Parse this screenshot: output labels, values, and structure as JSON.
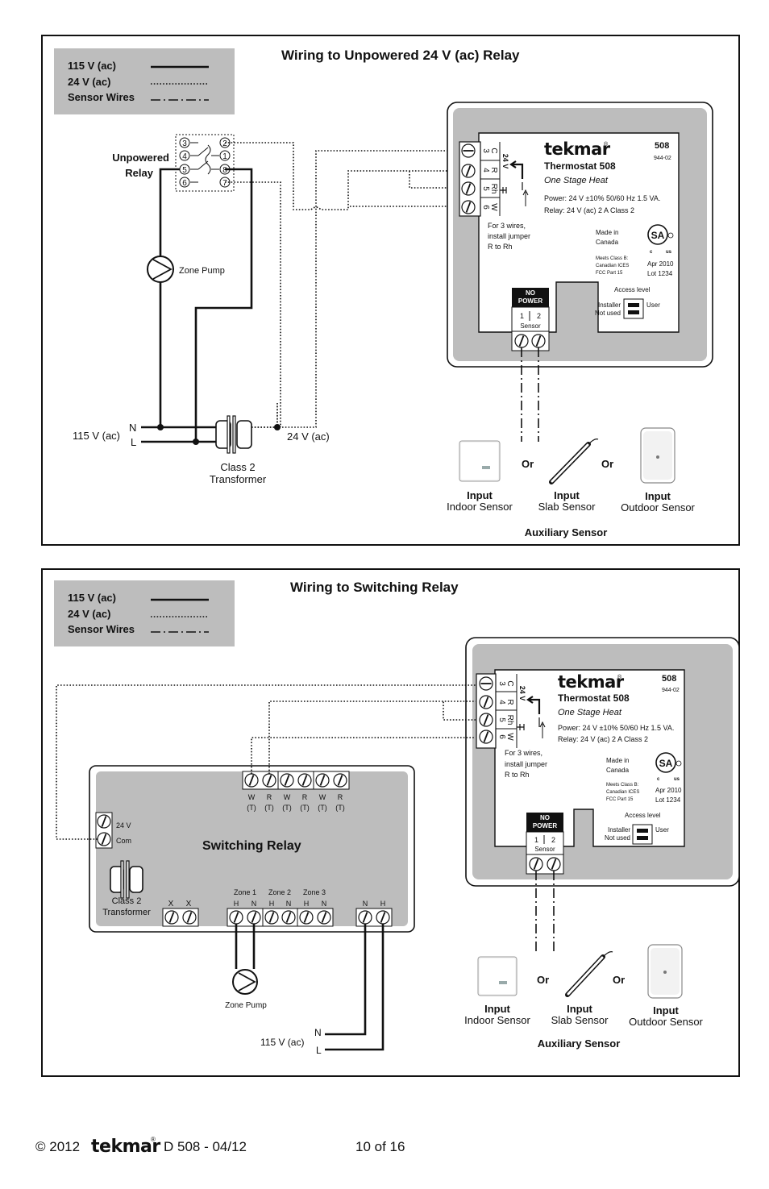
{
  "legend": {
    "v115": "115 V (ac)",
    "v24": "24 V (ac)",
    "sensor": "Sensor Wires"
  },
  "diagram1": {
    "title": "Wiring to Unpowered 24 V (ac) Relay",
    "relay_label_1": "Unpowered",
    "relay_label_2": "Relay",
    "relay_pins_left": [
      "3",
      "4",
      "5",
      "6"
    ],
    "relay_pins_right": [
      "2",
      "1",
      "8",
      "7"
    ],
    "zone_pump": "Zone Pump",
    "supply": "115 V (ac)",
    "n": "N",
    "l": "L",
    "transformer_1": "Class 2",
    "transformer_2": "Transformer",
    "v24_label": "24 V (ac)"
  },
  "thermostat": {
    "brand": "tekmar",
    "reg": "®",
    "model_no": "508",
    "part_no": "944-02",
    "name": "Thermostat 508",
    "subtitle": "One Stage Heat",
    "power": "Power: 24 V ±10% 50/60 Hz 1.5 VA.",
    "relay": "Relay:  24 V (ac) 2 A  Class 2",
    "terminals": [
      {
        "num": "3",
        "letter": "C"
      },
      {
        "num": "4",
        "letter": "R"
      },
      {
        "num": "5",
        "letter": "Rh"
      },
      {
        "num": "6",
        "letter": "W"
      }
    ],
    "v24_vertical": "24 V",
    "jumper_1": "For 3 wires,",
    "jumper_2": "install jumper",
    "jumper_3": "R to Rh",
    "made_1": "Made in",
    "made_2": "Canada",
    "meets_1": "Meets Class B:",
    "meets_2": "Canadian ICES",
    "meets_3": "FCC Part 15",
    "csa_c": "c",
    "csa_us": "us",
    "date": "Apr 2010",
    "lot": "Lot 1234",
    "access": "Access level",
    "installer": "Installer",
    "not_used": "Not used",
    "user": "User",
    "no": "NO",
    "power_word": "POWER",
    "sensor_1": "1",
    "sensor_2": "2",
    "sensor_word": "Sensor"
  },
  "sensors": {
    "input": "Input",
    "indoor": "Indoor Sensor",
    "slab": "Slab Sensor",
    "outdoor": "Outdoor Sensor",
    "or": "Or",
    "auxiliary": "Auxiliary Sensor"
  },
  "diagram2": {
    "title": "Wiring to Switching Relay",
    "relay_name": "Switching Relay",
    "top_letters": [
      "W",
      "R",
      "W",
      "R",
      "W",
      "R"
    ],
    "top_sub": [
      "(T)",
      "(T)",
      "(T)",
      "(T)",
      "(T)",
      "(T)"
    ],
    "v24": "24 V",
    "com": "Com",
    "transformer_1": "Class 2",
    "transformer_2": "Transformer",
    "x1": "X",
    "x2": "X",
    "zone1": "Zone 1",
    "zone2": "Zone 2",
    "zone3": "Zone 3",
    "h": "H",
    "n_letter": "N",
    "zone_pump": "Zone Pump",
    "supply": "115 V (ac)",
    "n": "N",
    "l": "L"
  },
  "footer": {
    "copyright": "© 2012",
    "brand": "tekmar",
    "reg": "®",
    "doc": "D 508 - 04/12",
    "page": "10 of 16"
  }
}
